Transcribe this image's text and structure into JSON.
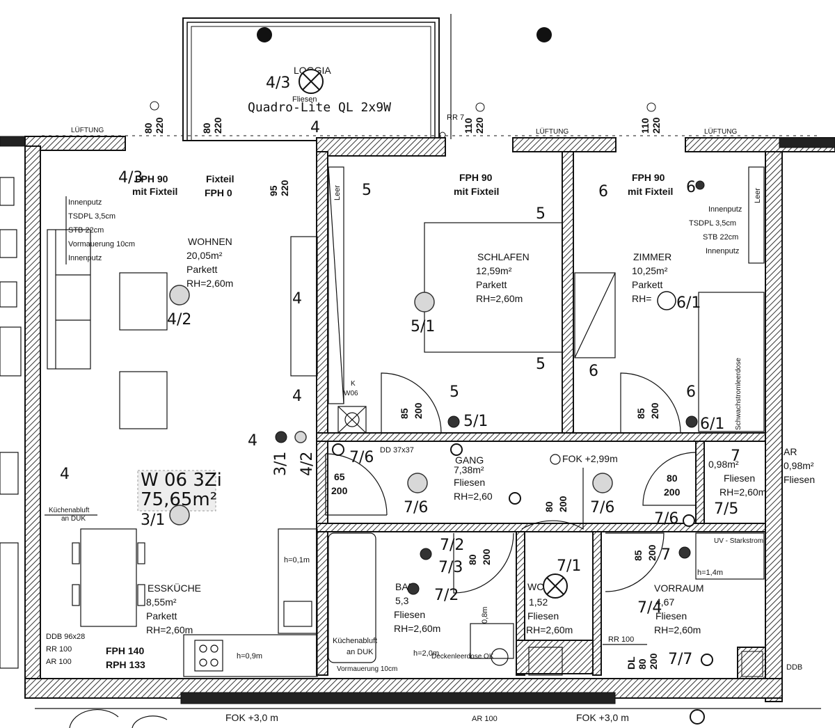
{
  "labels": {
    "loggia": "LOGGIA",
    "loggia_floor": "Fliesen",
    "lamp_model": "Quadro-Lite QL 2x9W",
    "lueftung": "LÜFTUNG",
    "apartment_id": "W 06 3Zi",
    "apartment_area": "75,65m²",
    "rr7": "RR 7"
  },
  "rooms": [
    {
      "key": "wohnen",
      "name": "WOHNEN",
      "area": "20,05m²",
      "floor": "Parkett",
      "height": "RH=2,60m"
    },
    {
      "key": "schlafen",
      "name": "SCHLAFEN",
      "area": "12,59m²",
      "floor": "Parkett",
      "height": "RH=2,60m"
    },
    {
      "key": "zimmer",
      "name": "ZIMMER",
      "area": "10,25m²",
      "floor": "Parkett",
      "height": "RH="
    },
    {
      "key": "gang",
      "name": "GANG",
      "area": "7,38m²",
      "floor": "Fliesen",
      "height": "RH=2,60"
    },
    {
      "key": "bad",
      "name": "BAD",
      "area": "5,3",
      "floor": "Fliesen",
      "height": "RH=2,60m"
    },
    {
      "key": "wc",
      "name": "WC",
      "area": "1,52",
      "floor": "Fliesen",
      "height": "RH=2,60m"
    },
    {
      "key": "vorraum",
      "name": "VORRAUM",
      "area": "4,67",
      "floor": "Fliesen",
      "height": "RH=2,60m"
    },
    {
      "key": "esskueche",
      "name": "ESSKÜCHE",
      "area": "8,55m²",
      "floor": "Parkett",
      "height": "RH=2,60m"
    },
    {
      "key": "ar",
      "name": "AR",
      "area": "0,98m²",
      "floor": "Fliesen",
      "height": "RH=2,60m"
    }
  ],
  "windows": [
    {
      "top": "FPH 90",
      "bottom": "mit Fixteil"
    },
    {
      "top": "Fixteil",
      "bottom": "FPH 0"
    },
    {
      "top": "FPH 90",
      "bottom": "mit Fixteil"
    },
    {
      "top": "FPH 90",
      "bottom": "mit Fixteil"
    },
    {
      "top": "FPH 140",
      "bottom": "RPH 133"
    }
  ],
  "wall_notes": {
    "left": [
      "Innenputz",
      "TSDPL 3,5cm",
      "STB 22cm",
      "Vormauerung 10cm",
      "Innenputz"
    ],
    "right": [
      "Innenputz",
      "TSDPL 3,5cm",
      "STB 22cm",
      "Innenputz"
    ]
  },
  "dims": {
    "d80_220": [
      "80",
      "220"
    ],
    "d110_220": [
      "110",
      "220"
    ],
    "d95_220": [
      "95",
      "220"
    ],
    "d85_200": [
      "85",
      "200"
    ],
    "d65_200": [
      "65",
      "200"
    ],
    "d80_200": [
      "80",
      "200"
    ]
  },
  "annotations": {
    "kuechenabluft": "Küchenabluft",
    "an_duk": "an DUK",
    "ddb": "DDB 96x28",
    "rr100": "RR 100",
    "ar100": "AR 100",
    "dd": "DD 37x37",
    "fok299": "FOK +2,99m",
    "fok30": "FOK +3,0 m",
    "k_w06_k": "K",
    "k_w06": "W06",
    "leer": "Leer",
    "schwachstrom": "Schwachstromleerdose",
    "h01": "h=0,1m",
    "h14": "h=1,4m",
    "h20": "h=2,0m",
    "h08": "0,8m",
    "deckenlueftung": "Deckenleerdose OK",
    "uv": "UV - Starkstrom",
    "vormauerung": "Vormauerung 10cm"
  },
  "circuits": {
    "c4_3": "4/3",
    "c4_2": "4/2",
    "c4": "4",
    "c3_1": "3/1",
    "c5_1": "5/1",
    "c5": "5",
    "c6_1": "6/1",
    "c6": "6",
    "c7_6": "7/6",
    "c7_1": "7/1",
    "c7_2": "7/2",
    "c7_3": "7/3",
    "c7_5": "7/5",
    "c7_7": "7/7",
    "c7_4": "7/4"
  }
}
